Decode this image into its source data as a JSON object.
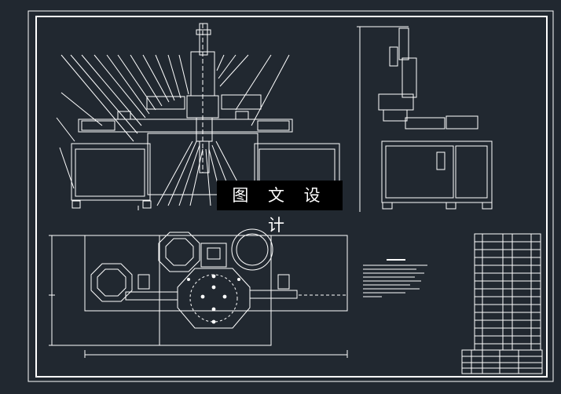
{
  "drawing": {
    "background": "#212830",
    "line_color": "#ffffff",
    "watermark_text": "图 文 设 计",
    "views": [
      "front-view",
      "side-view",
      "top-view"
    ],
    "parts_list_title": "parts-list",
    "title_block": "title-block"
  }
}
